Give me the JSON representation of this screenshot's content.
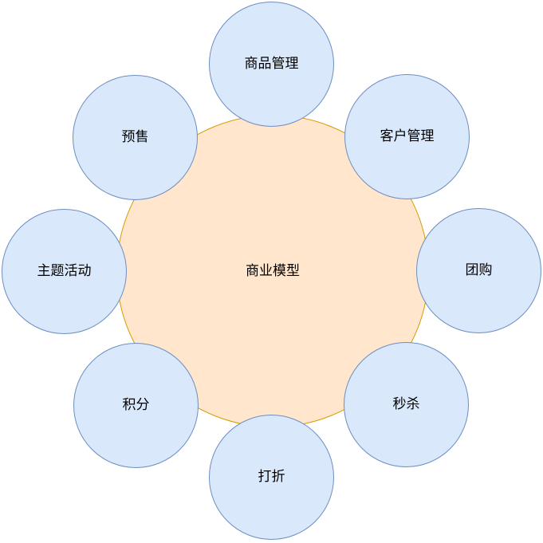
{
  "diagram": {
    "type": "hub-and-spoke",
    "center": {
      "label": "商业模型"
    },
    "nodes": [
      {
        "id": "product-management",
        "label": "商品管理",
        "position": "top"
      },
      {
        "id": "customer-management",
        "label": "客户管理",
        "position": "top-right"
      },
      {
        "id": "group-buying",
        "label": "团购",
        "position": "right"
      },
      {
        "id": "flash-sale",
        "label": "秒杀",
        "position": "bottom-right"
      },
      {
        "id": "discount",
        "label": "打折",
        "position": "bottom"
      },
      {
        "id": "points",
        "label": "积分",
        "position": "bottom-left"
      },
      {
        "id": "theme-activity",
        "label": "主题活动",
        "position": "left"
      },
      {
        "id": "presale",
        "label": "预售",
        "position": "top-left"
      }
    ],
    "colors": {
      "background": "#ffffff",
      "center_fill": "#ffe6cc",
      "center_stroke": "#d79b00",
      "satellite_fill": "#dae8fc",
      "satellite_stroke": "#6c8ebf",
      "text": "#000000"
    }
  }
}
